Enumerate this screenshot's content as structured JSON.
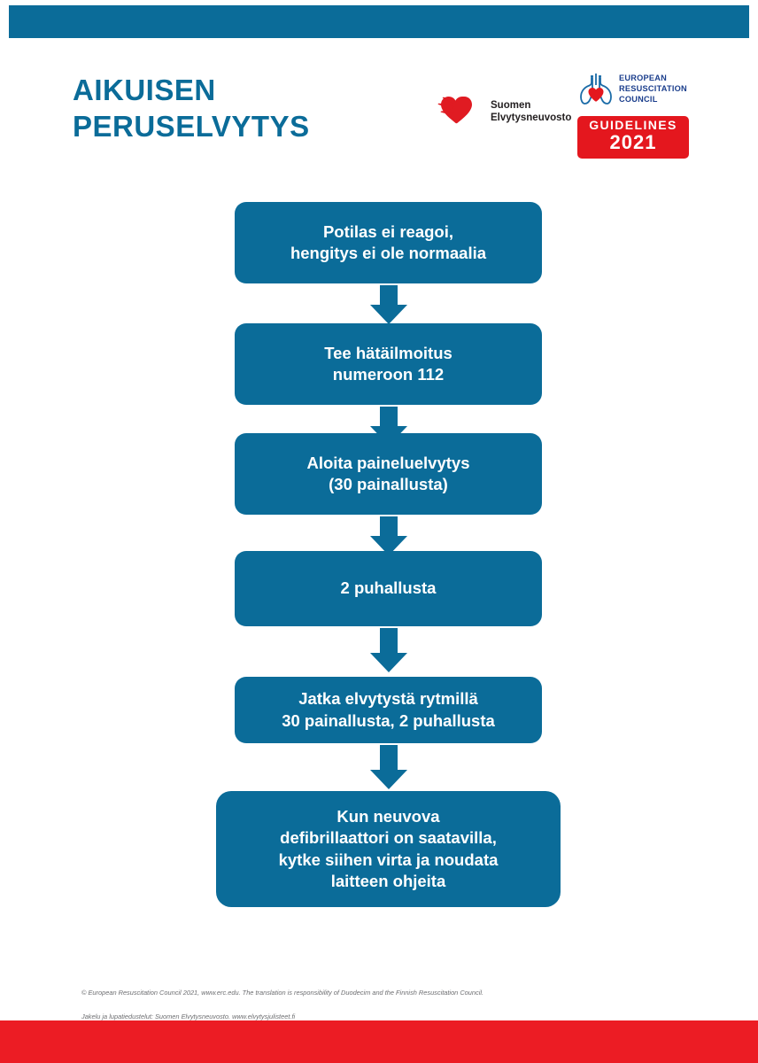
{
  "page": {
    "bar_color_blue": "#0b6c99",
    "bar_color_red": "#ec1c24",
    "background": "#ffffff"
  },
  "header": {
    "title": "AIKUISEN\nPERUSELVYTYS",
    "title_color": "#0b6c99",
    "finnish_council_logo": {
      "icon": "winged-heart-icon",
      "icon_color": "#e01b22",
      "text": "Suomen\nElvytysneuvosto"
    },
    "erc_logo": {
      "icon": "lungs-with-heart-icon",
      "icon_outline_color": "#1b3e8c",
      "icon_heart_color": "#e4171e",
      "organisation": "EUROPEAN\nRESUSCITATION\nCOUNCIL",
      "badge_label": "GUIDELINES",
      "badge_year": "2021",
      "badge_color": "#e4171e"
    }
  },
  "flowchart": {
    "box_color": "#0b6c99",
    "text_color": "#ffffff",
    "steps": [
      {
        "id": "step-unresponsive",
        "text": "Potilas ei reagoi,\nhengitys ei ole normaalia"
      },
      {
        "id": "step-call-112",
        "text": "Tee hätäilmoitus\nnumeroon 112"
      },
      {
        "id": "step-compressions",
        "text": "Aloita paineluelvytys\n(30 painallusta)"
      },
      {
        "id": "step-breaths",
        "text": "2 puhallusta"
      },
      {
        "id": "step-continue-cpr",
        "text": "Jatka elvytystä rytmillä\n30 painallusta, 2 puhallusta"
      },
      {
        "id": "step-aed",
        "text": "Kun neuvova\ndefibrillaattori on saatavilla,\nkytke siihen virta ja noudata\nlaitteen ohjeita"
      }
    ],
    "connector_count": 5
  },
  "footer": {
    "line1": "© European Resuscitation Council 2021, www.erc.edu. The translation is responsibility of Duodecim and the Finnish Resuscitation Council.",
    "line2": "Jakelu ja lupatiedustelut: Suomen Elvytysneuvosto. www.elvytysjulisteet.fi"
  }
}
